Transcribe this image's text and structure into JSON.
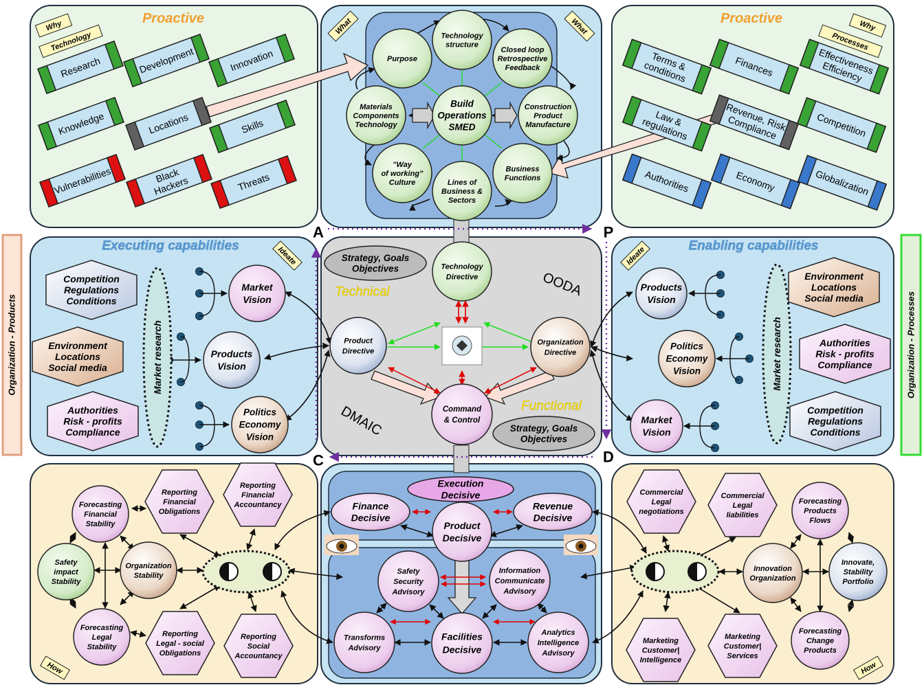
{
  "panels": {
    "tl": {
      "title": "Proactive",
      "why": "Why",
      "tag": "Technology",
      "items": [
        "Research",
        "Development",
        "Innovation",
        "Knowledge",
        "Locations",
        "Skills",
        "Vulnerabilities",
        "Black\nHackers",
        "Threats"
      ]
    },
    "tc": {
      "what_left": "What",
      "what_right": "What",
      "circles": [
        "Purpose",
        "Technology\nstructure",
        "Closed loop\nRetrospective\nFeedback",
        "Materials\nComponents\nTechnology",
        "Build\nOperations\nSMED",
        "Construction\nProduct\nManufacture",
        "”Way\nof working”\nCulture",
        "Lines of\nBusiness &\nSectors",
        "Business\nFunctions"
      ]
    },
    "tr": {
      "title": "Proactive",
      "why": "Why",
      "tag": "Processes",
      "items": [
        "Terms &\nconditions",
        "Finances",
        "Effectiveness\nEfficiency",
        "Law &\nregulations",
        "Revenue, Risk\nCompliance",
        "Competition",
        "Authorities",
        "Economy",
        "Globalization"
      ]
    },
    "ml": {
      "title": "Executing capabilities",
      "ideate": "Ideate",
      "market_research": "Market research",
      "hexes": [
        "Competition\nRegulations\nConditions",
        "Environment\nLocations\nSocial media",
        "Authorities\nRisk  - profits\nCompliance"
      ],
      "circles": [
        "Market\nVision",
        "Products\nVision",
        "Politics\nEconomy\nVision"
      ]
    },
    "mc": {
      "letters": [
        "A",
        "P",
        "C",
        "D"
      ],
      "ooda": "OODA",
      "dmaic": "DMAIC",
      "technical": "Technical",
      "functional": "Functional",
      "strategy_top": "Strategy, Goals\nObjectives",
      "strategy_bottom": "Strategy, Goals\nObjectives",
      "circles": [
        "Technology\nDirective",
        "Product\nDirective",
        "Organization\nDirective",
        "Command\n& Control"
      ]
    },
    "mr": {
      "title": "Enabling capabilities",
      "ideate": "Ideate",
      "market_research": "Market research",
      "hexes": [
        "Environment\nLocations\nSocial media",
        "Authorities\nRisk  - profits\nCompliance",
        "Competition\nRegulations\nConditions"
      ],
      "circles": [
        "Products\nVision",
        "Politics\nEconomy\nVision",
        "Market\nVision"
      ]
    },
    "bl": {
      "how": "How",
      "circles": [
        "Forecasting\nFinancial\nStability",
        "Safety\nimpact\nStability",
        "Organization\nStability",
        "Forecasting\nLegal\nStability"
      ],
      "hexes": [
        "Reporting\nFinancial\nObligations",
        "Reporting\nFinancial\nAccountancy",
        "Reporting\nLegal - social\nObligations",
        "Reporting\nSocial\nAccountancy"
      ]
    },
    "bc": {
      "top": [
        "Execution\nDecisive",
        "Finance\nDecisive",
        "Product\nDecisive",
        "Revenue\nDecisive"
      ],
      "bottom": [
        "Safety\nSecurity\nAdvisory",
        "Information\nCommunicate\nAdvisory",
        "Transforms\nAdvisory",
        "Facilities\nDecisive",
        "Analytics\nIntelligence\nAdvisory"
      ]
    },
    "br": {
      "how": "How",
      "hexes": [
        "Commercial\nLegal\nnegotiations",
        "Commercial\nLegal\nliabilities",
        "Marketing\nCustomer|\nIntelligence",
        "Marketing\nCustomer|\nServices"
      ],
      "circles": [
        "Forecasting\nProducts\nFlows",
        "Innovation\nOrganization",
        "Innovate,\nStability\nPortfolio",
        "Forecasting\nChange\nProducts"
      ]
    }
  },
  "side_left": "Organization - Products",
  "side_right": "Organization - Processes",
  "colors": {
    "green_panel": "#e9f5e6",
    "blue_panel": "#c5e3f3",
    "gray_panel": "#d9d9d9",
    "tan_panel": "#fcefd0",
    "pink": "#efd3ee",
    "green_circle": "#d9ecd0",
    "orange_title": "#f0a030",
    "blue_title": "#5b9bd5",
    "left_side_border": "#e0a080",
    "right_side_border": "#33dd33"
  }
}
